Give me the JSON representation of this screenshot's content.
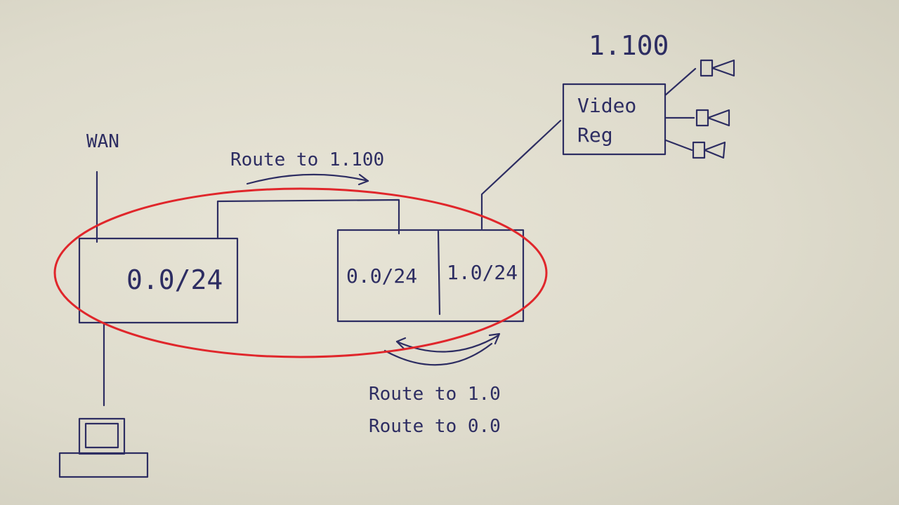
{
  "labels": {
    "wan": "WAN",
    "host_ip": "1.100",
    "video_reg_line1": "Video",
    "video_reg_line2": "Reg",
    "route_top": "Route to 1.100",
    "route_bottom_1": "Route to 1.0",
    "route_bottom_2": "Route to 0.0"
  },
  "routers": {
    "left": {
      "subnet": "0.0/24"
    },
    "right_a": {
      "subnet": "0.0/24"
    },
    "right_b": {
      "subnet": "1.0/24"
    }
  },
  "cameras": [
    "camera-icon",
    "camera-icon",
    "camera-icon"
  ],
  "colors": {
    "ink": "#2d2d62",
    "highlight": "#e0262b",
    "paper": "#e2dfd1"
  }
}
